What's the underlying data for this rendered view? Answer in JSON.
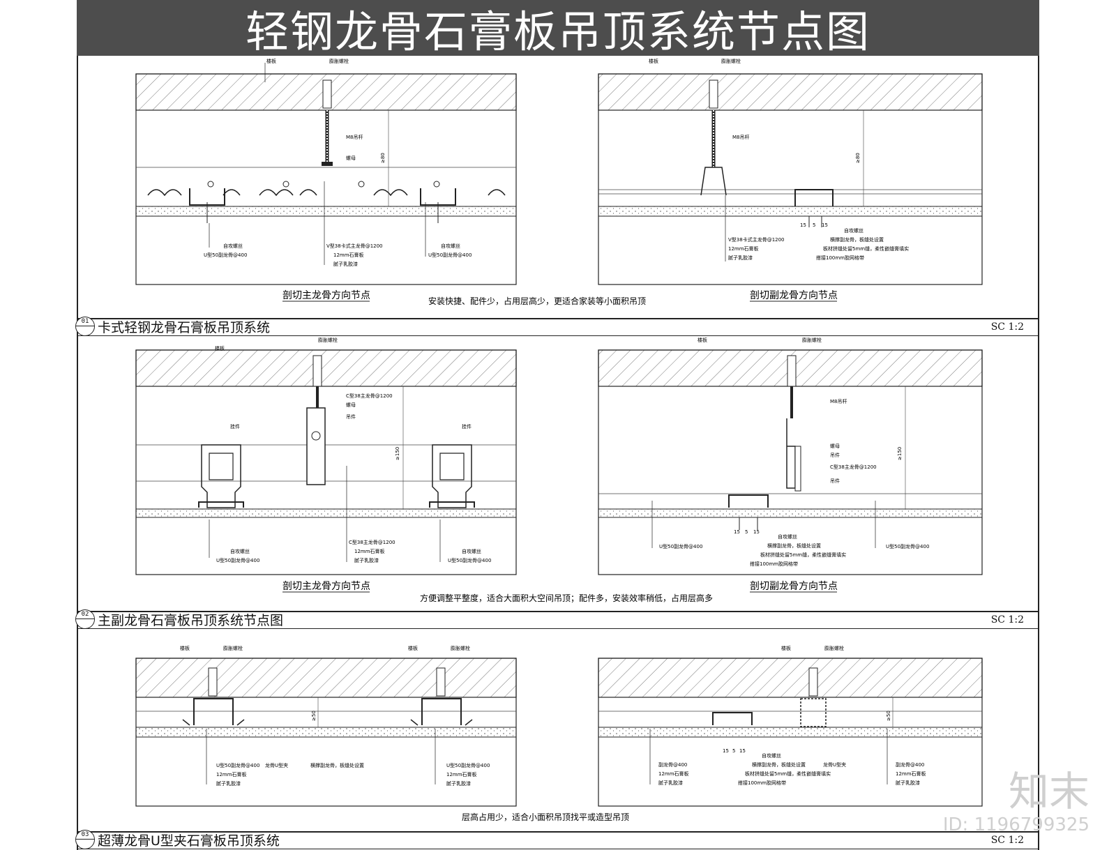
{
  "title": "轻钢龙骨石膏板吊顶系统节点图",
  "sections": [
    {
      "num": "01",
      "title": "卡式轻钢龙骨石膏板吊顶系统",
      "scale": "SC 1:2",
      "note": "安装快捷、配件少，占用层高少，更适合家装等小面积吊顶",
      "left_caption": "剖切主龙骨方向节点",
      "right_caption": "剖切副龙骨方向节点"
    },
    {
      "num": "02",
      "title": "主副龙骨石膏板吊顶系统节点图",
      "scale": "SC 1:2",
      "note": "方便调整平整度，适合大面积大空间吊顶；配件多，安装效率稍低，占用层高多",
      "left_caption": "剖切主龙骨方向节点",
      "right_caption": "剖切副龙骨方向节点"
    },
    {
      "num": "03",
      "title": "超薄龙骨U型夹石膏板吊顶系统",
      "scale": "SC 1:2",
      "note": "层高占用少，适合小面积吊顶找平或造型吊顶"
    }
  ],
  "labels": {
    "slab": "楼板",
    "anchor": "膨胀螺栓",
    "rod": "M8吊杆",
    "nut": "螺母",
    "screw": "自攻螺丝",
    "u50": "U型50副龙骨@400",
    "v38": "V型38卡式主龙骨@1200",
    "c38": "C型38主龙骨@1200",
    "board": "12mm石膏板",
    "putty": "腻子乳胶漆",
    "cross": "横撑副龙骨，板缝处设置",
    "seam": "板材拼缝处留5mm缝，柔性嵌缝膏填实",
    "tape": "搭接100mm胶网格带",
    "hanger": "吊件",
    "clip": "挂件",
    "uclip": "龙骨U型夹",
    "sec": "副龙骨@400",
    "h80": "≥80",
    "h150": "≥150",
    "h50": "≥50",
    "d15": "15",
    "d5": "5"
  },
  "watermark": {
    "brand": "知末",
    "id": "ID: 1196799325"
  }
}
